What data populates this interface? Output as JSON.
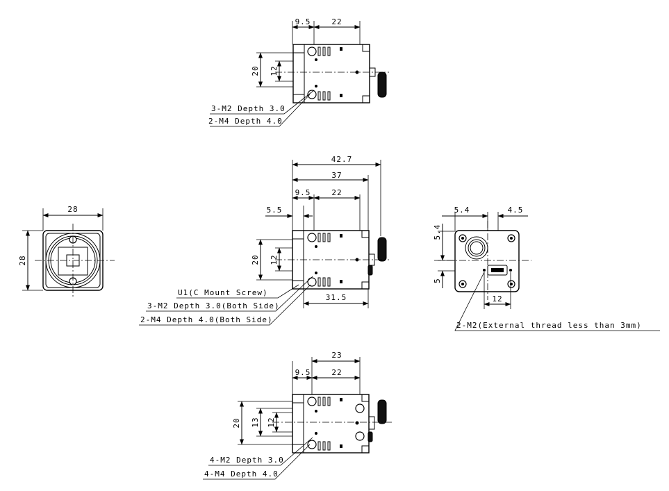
{
  "top_view": {
    "dims": {
      "d1": "9.5",
      "d2": "22",
      "d3": "20",
      "d4": "12"
    },
    "notes": [
      "3-M2 Depth 3.0",
      "2-M4 Depth 4.0"
    ]
  },
  "front_view": {
    "dims": {
      "width": "28",
      "height": "28"
    }
  },
  "side_view": {
    "dims": {
      "total": "42.7",
      "length": "37",
      "d1": "9.5",
      "d2": "22",
      "flange": "5.5",
      "d3": "20",
      "d4": "12",
      "bottom": "31.5"
    },
    "notes": [
      "U1(C Mount Screw)",
      "3-M2 Depth 3.0(Both Side)",
      "2-M4 Depth 4.0(Both Side)"
    ]
  },
  "rear_view": {
    "dims": {
      "left": "5.4",
      "right": "4.5",
      "v_upper": "5.4",
      "v_lower": "5",
      "bottom": "12"
    },
    "notes": [
      "2-M2(External thread less than 3mm)"
    ]
  },
  "bottom_view": {
    "dims": {
      "total": "23",
      "d1": "9.5",
      "d2": "22",
      "d3": "20",
      "d4": "13",
      "d5": "12"
    },
    "notes": [
      "4-M2 Depth 3.0",
      "4-M4 Depth 4.0"
    ]
  }
}
